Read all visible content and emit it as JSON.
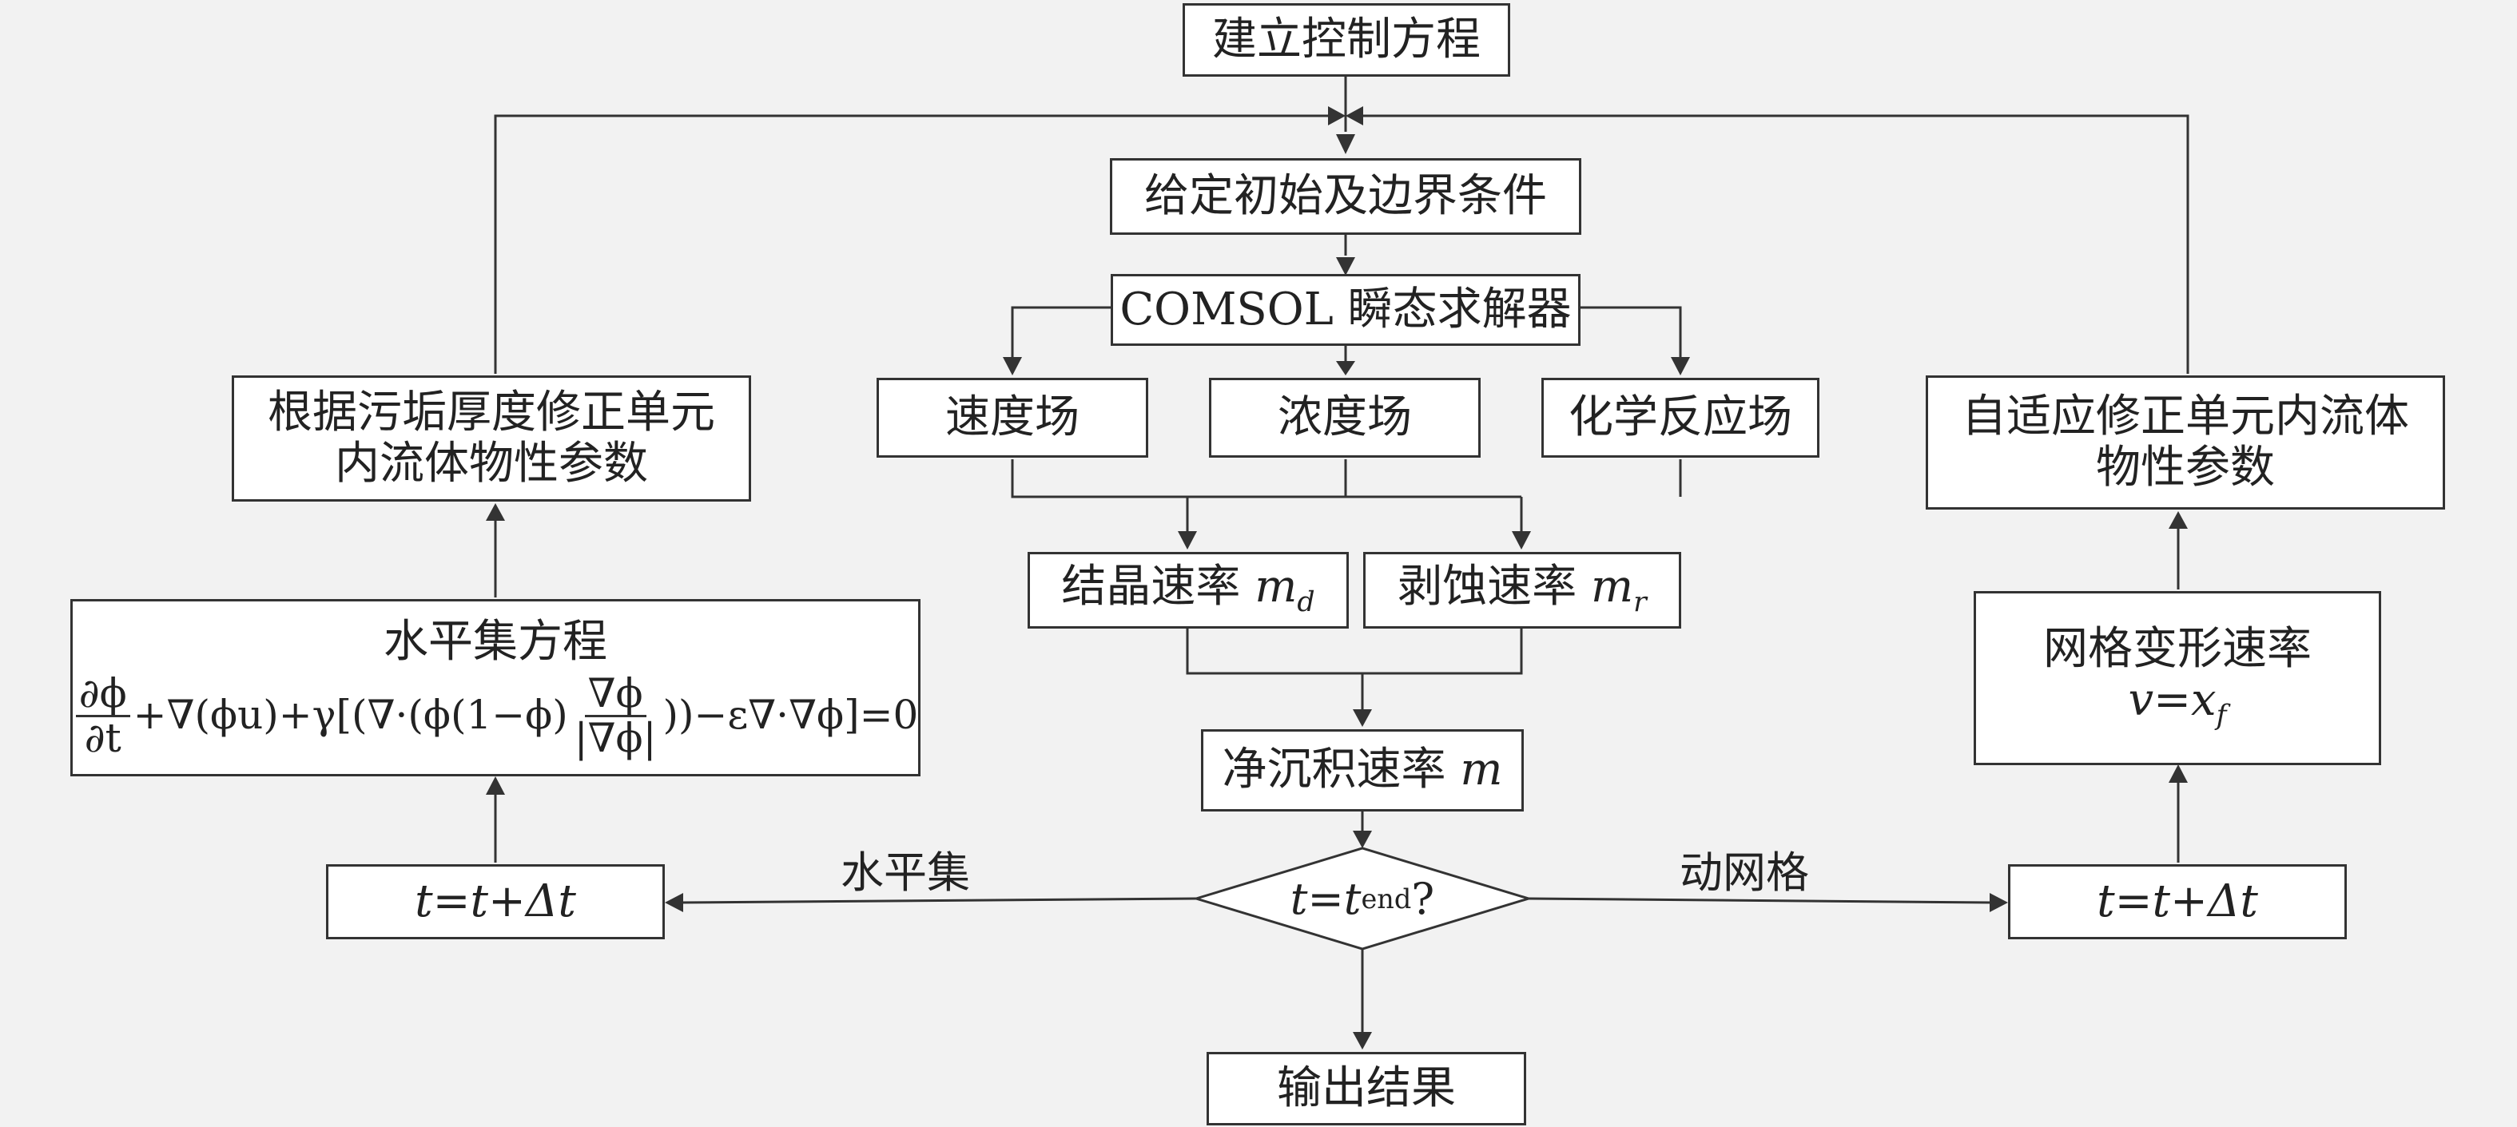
{
  "nodes": {
    "establish": "建立控制方程",
    "init": "给定初始及边界条件",
    "solver": "COMSOL 瞬态求解器",
    "velocity": "速度场",
    "concentration": "浓度场",
    "reaction": "化学反应场",
    "cryst_label": "结晶速率",
    "cryst_var": "m",
    "cryst_sub": "d",
    "removal_label": "剥蚀速率",
    "removal_var": "m",
    "removal_sub": "r",
    "net_label": "净沉积速率",
    "net_var": "m",
    "decision_t": "t",
    "decision_eq": "=",
    "decision_sub": "end",
    "decision_q": "?",
    "output": "输出结果",
    "left_update": "根据污垢厚度修正单元内流体物性参数",
    "levelset_title": "水平集方程",
    "left_time": "t=t+Δt",
    "right_update": "自适应修正单元内流体物性参数",
    "mesh_title": "网格变形速率",
    "mesh_v": "v",
    "mesh_eq": "=",
    "mesh_x": "x",
    "mesh_sub": "f",
    "right_time": "t=t+Δt"
  },
  "equation": {
    "frac1_num": "∂ϕ",
    "frac1_den": "∂t",
    "mid": "+∇(ϕu)+γ[(∇·(ϕ(1−ϕ)",
    "frac2_num": "∇ϕ",
    "frac2_den": "|∇ϕ|",
    "tail": "))−ε∇·∇ϕ]=0"
  },
  "edges": {
    "levelset_label": "水平集",
    "moving_mesh_label": "动网格"
  }
}
